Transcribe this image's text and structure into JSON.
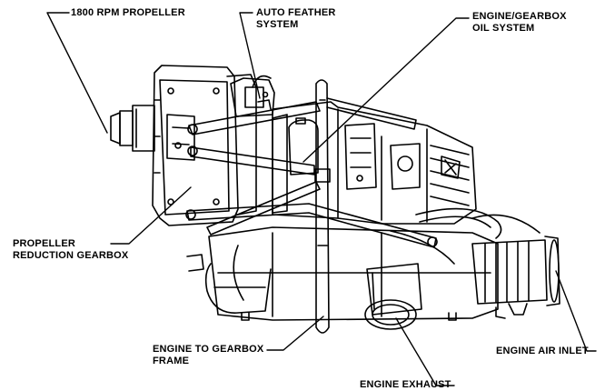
{
  "labels": {
    "propeller": {
      "line1": "1800 RPM PROPELLER"
    },
    "auto_feather": {
      "line1": "AUTO FEATHER",
      "line2": "SYSTEM"
    },
    "oil_system": {
      "line1": "ENGINE/GEARBOX",
      "line2": "OIL SYSTEM"
    },
    "reduction_gearbox": {
      "line1": "PROPELLER",
      "line2": "REDUCTION GEARBOX"
    },
    "gearbox_frame": {
      "line1": "ENGINE TO GEARBOX",
      "line2": "FRAME"
    },
    "exhaust": {
      "line1": "ENGINE EXHAUST"
    },
    "air_inlet": {
      "line1": "ENGINE AIR INLET"
    }
  }
}
